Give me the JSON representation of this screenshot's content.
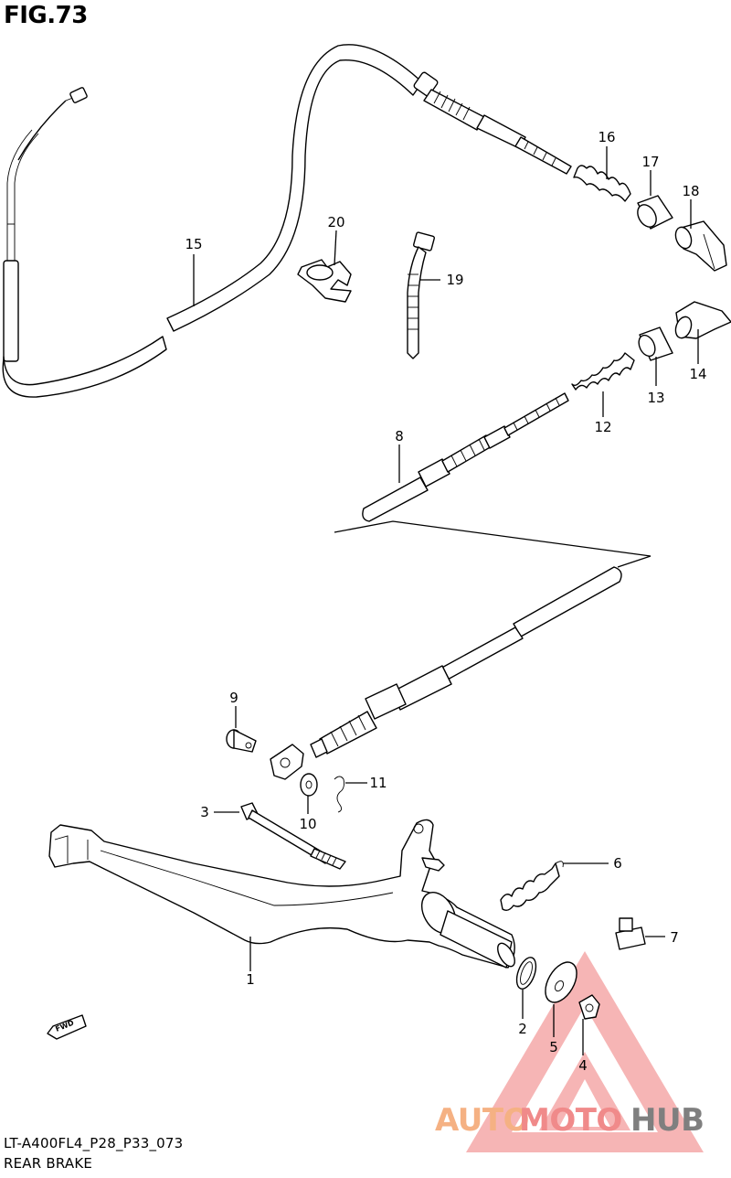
{
  "figure": {
    "title": "FIG.73",
    "code": "LT-A400FL4_P28_P33_073",
    "name": "REAR BRAKE"
  },
  "callouts": [
    "1",
    "2",
    "3",
    "4",
    "5",
    "6",
    "7",
    "8",
    "9",
    "10",
    "11",
    "12",
    "13",
    "14",
    "15",
    "16",
    "17",
    "18",
    "19",
    "20"
  ],
  "direction_marker": "FWD",
  "watermark": {
    "word_auto": "AUTO",
    "word_moto": "MOTO",
    "word_hub": "HUB",
    "colors": {
      "auto": "#f5b183",
      "moto": "#f08a8a",
      "hub": "#7f7f7f",
      "triangle": "#f08a8a"
    }
  }
}
